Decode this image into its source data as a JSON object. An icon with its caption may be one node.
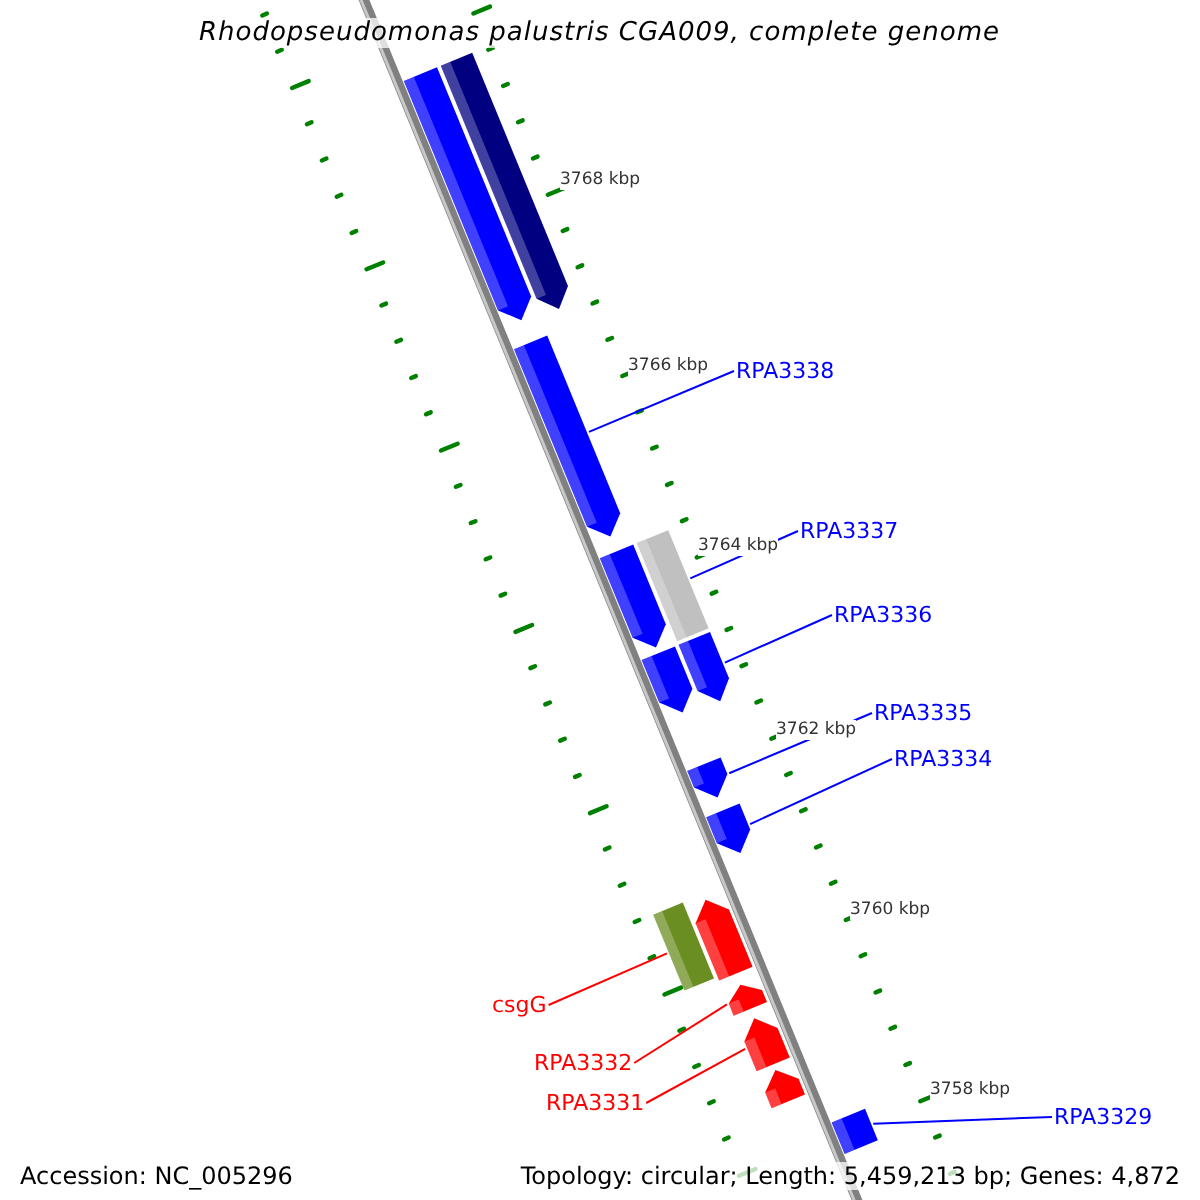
{
  "diagram": {
    "title": "Rhodopseudomonas palustris CGA009, complete genome",
    "nodes": [
      {
        "text": [],
        "shape": "arrow"
      },
      {
        "text": [],
        "shape": "arrow"
      },
      {
        "text": [],
        "shape": "arrow"
      },
      {
        "text": [],
        "shape": "arrow"
      },
      {
        "text": [],
        "shape": "bar"
      },
      {
        "text": [],
        "shape": "arrow"
      },
      {
        "text": [],
        "shape": "arrow"
      },
      {
        "text": [],
        "shape": "arrow"
      },
      {
        "text": [],
        "shape": "arrow"
      },
      {
        "text": [],
        "shape": "bar"
      },
      {
        "text": [],
        "shape": "arrow"
      },
      {
        "text": [],
        "shape": "arrow"
      },
      {
        "text": [],
        "shape": "arrow"
      },
      {
        "text": [],
        "shape": "arrow"
      },
      {
        "text": [],
        "shape": "arrow"
      },
      {
        "text": [
          "RPA3338"
        ]
      },
      {
        "text": [
          "RPA3337"
        ]
      },
      {
        "text": [
          "RPA3336"
        ]
      },
      {
        "text": [
          "RPA3335"
        ]
      },
      {
        "text": [
          "RPA3334"
        ]
      },
      {
        "text": [
          "csgG"
        ]
      },
      {
        "text": [
          "RPA3332"
        ]
      },
      {
        "text": [
          "RPA3331"
        ]
      },
      {
        "text": [
          "RPA3329"
        ]
      }
    ],
    "edges": [
      {
        "from": 15,
        "to": 2,
        "arrow": "none"
      },
      {
        "from": 16,
        "to": 4,
        "arrow": "none"
      },
      {
        "from": 17,
        "to": 5,
        "arrow": "none"
      },
      {
        "from": 18,
        "to": 7,
        "arrow": "none"
      },
      {
        "from": 19,
        "to": 8,
        "arrow": "none"
      },
      {
        "from": 20,
        "to": 9,
        "arrow": "none",
        "color": "#ff0000"
      },
      {
        "from": 21,
        "to": 11,
        "arrow": "none",
        "color": "#ff0000"
      },
      {
        "from": 22,
        "to": 12,
        "arrow": "none",
        "color": "#ff0000"
      },
      {
        "from": 23,
        "to": 14,
        "arrow": "none"
      }
    ],
    "labels": [
      "3768 kbp",
      "3766 kbp",
      "3764 kbp",
      "3762 kbp",
      "3760 kbp",
      "3758 kbp",
      "Accession: NC_005296",
      "Topology: circular; Length: 5,459,213 bp; Genes: 4,872"
    ]
  }
}
